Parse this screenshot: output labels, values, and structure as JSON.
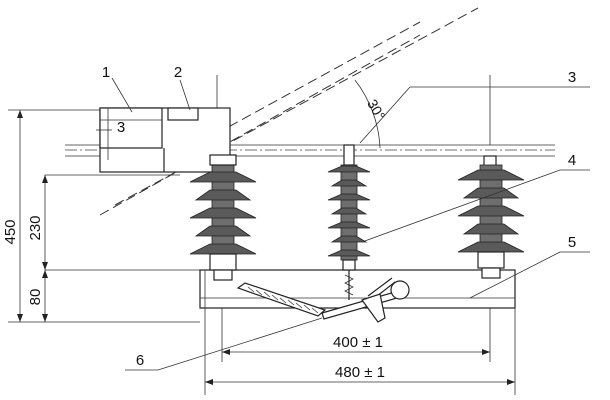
{
  "dimensions": {
    "overall_height": "450",
    "insulator_height": "230",
    "base_height": "80",
    "span_inner": "400 ± 1",
    "span_outer": "480 ± 1",
    "angle": "30°"
  },
  "callouts": [
    "1",
    "2",
    "3",
    "3",
    "4",
    "5",
    "6"
  ]
}
